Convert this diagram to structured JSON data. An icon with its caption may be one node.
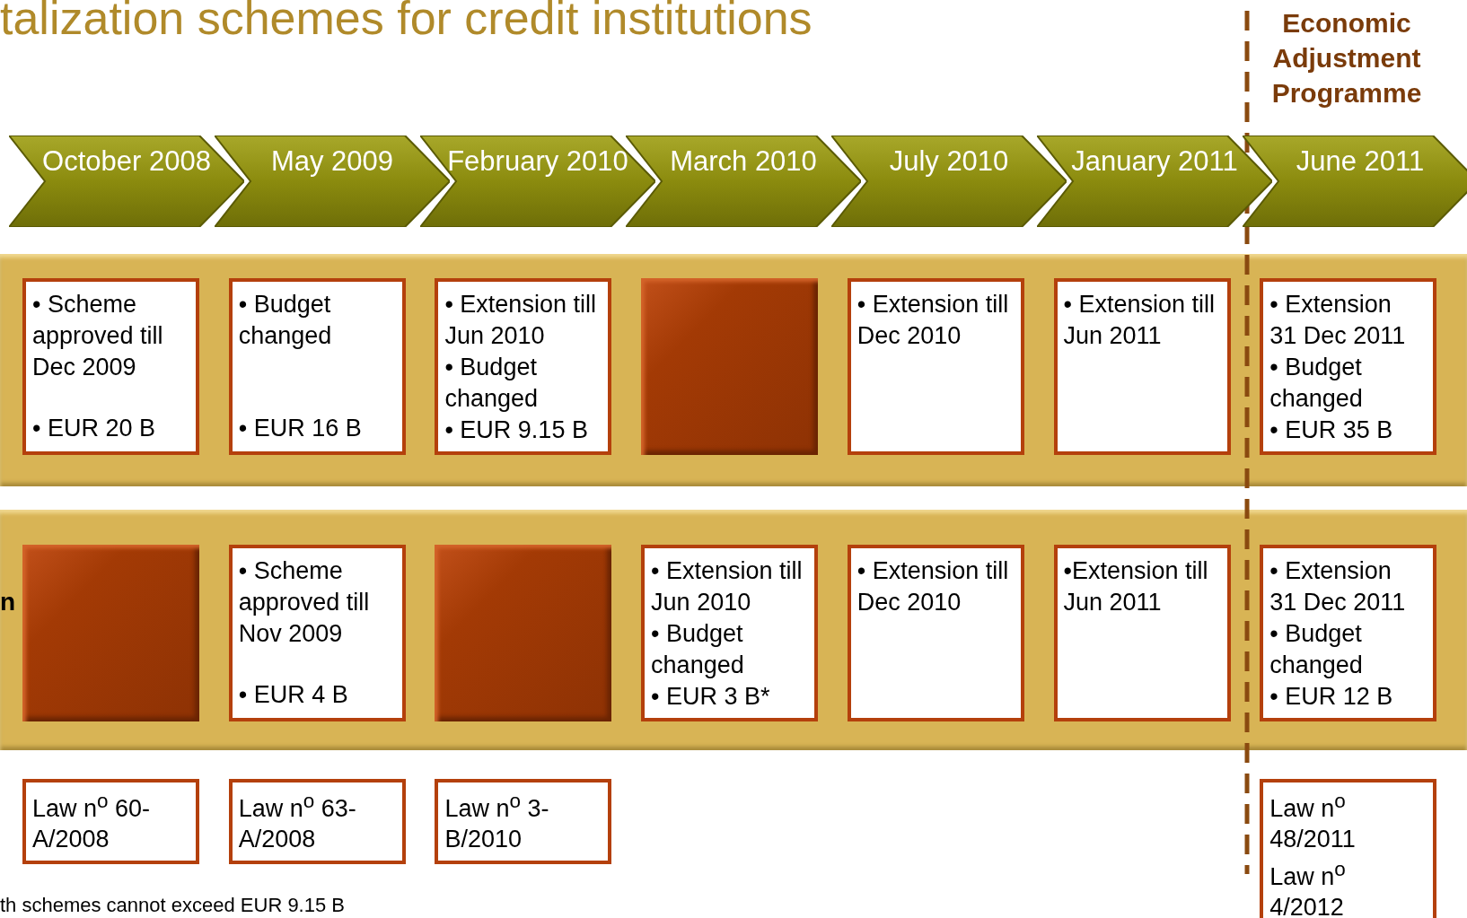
{
  "diagram": {
    "title": "talization schemes for credit institutions",
    "nodes": [
      {
        "text": [
          "October 2008"
        ]
      },
      {
        "text": [
          "May 2009"
        ]
      },
      {
        "text": [
          "February 2010"
        ]
      },
      {
        "text": [
          "March 2010"
        ]
      },
      {
        "text": [
          "July 2010"
        ]
      },
      {
        "text": [
          "January 2011"
        ]
      },
      {
        "text": [
          "June 2011"
        ]
      },
      {
        "text": [
          "• Scheme approved till Dec 2009",
          "• EUR 20 B"
        ]
      },
      {
        "text": [
          "• Budget changed",
          "• EUR 16 B"
        ]
      },
      {
        "text": [
          "• Extension till Jun 2010",
          "• Budget changed",
          "• EUR 9.15 B"
        ]
      },
      {
        "text": [],
        "shape": "box"
      },
      {
        "text": [
          "• Extension till Dec 2010"
        ]
      },
      {
        "text": [
          "• Extension till Jun 2011"
        ]
      },
      {
        "text": [
          "• Extension 31 Dec 2011",
          "• Budget changed",
          "• EUR 35 B"
        ]
      },
      {
        "text": [],
        "shape": "box"
      },
      {
        "text": [
          "• Scheme approved till Nov 2009",
          "• EUR 4 B"
        ]
      },
      {
        "text": [],
        "shape": "box"
      },
      {
        "text": [
          "• Extension till Jun 2010",
          "• Budget changed",
          "• EUR 3 B*"
        ]
      },
      {
        "text": [
          "• Extension till Dec 2010"
        ]
      },
      {
        "text": [
          "•Extension till Jun 2011"
        ]
      },
      {
        "text": [
          "• Extension 31 Dec 2011",
          "• Budget changed",
          "• EUR 12 B"
        ]
      },
      {
        "text": [
          "Law n$^{o}$ 60-A/2008"
        ]
      },
      {
        "text": [
          "Law n$^{o}$ 63-A/2008"
        ]
      },
      {
        "text": [
          "Law n$^{o}$ 3-B/2010"
        ]
      },
      {
        "text": [
          "Law n$^{o}$ 48/2011",
          "Law n$^{o}$ 4/2012"
        ]
      }
    ],
    "edges": [],
    "labels": [
      "Economic Adjustment Programme",
      "n",
      "th schemes cannot exceed EUR 9.15 B"
    ]
  }
}
